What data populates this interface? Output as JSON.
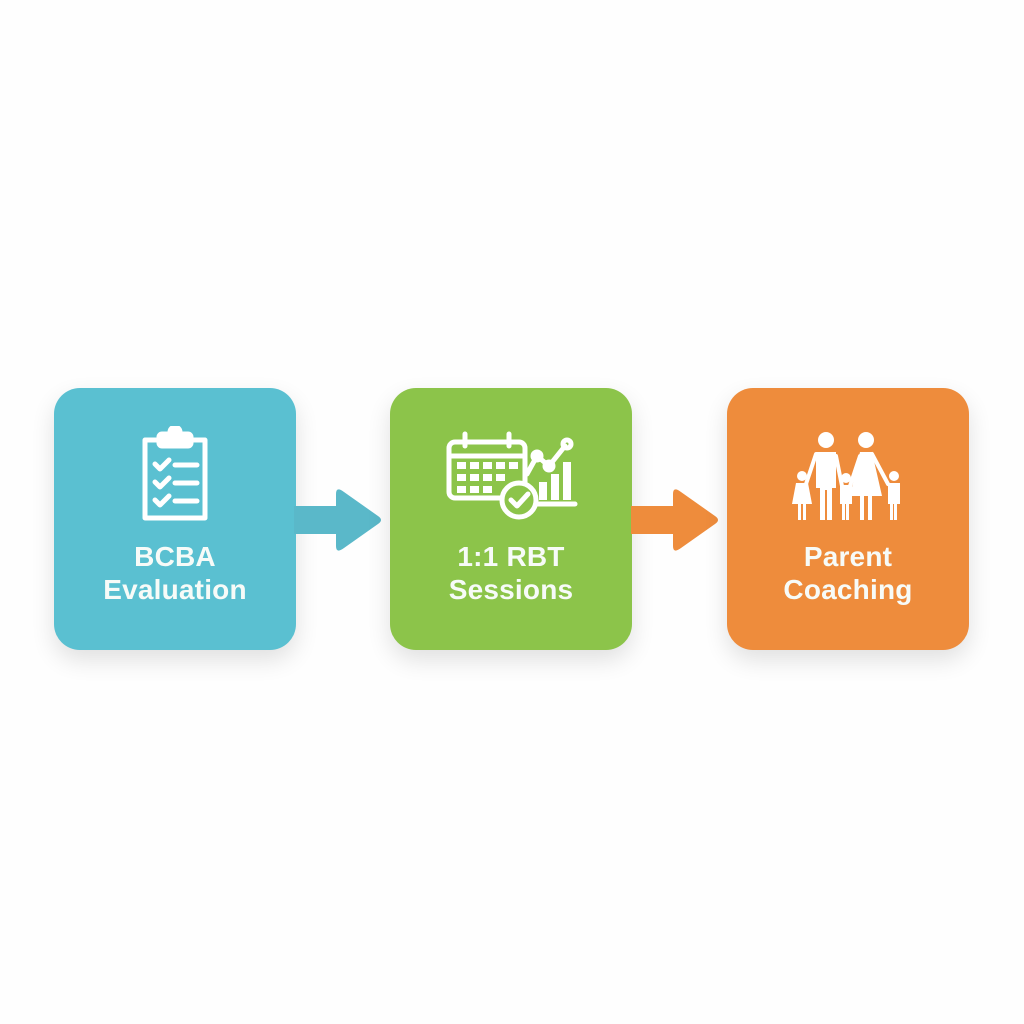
{
  "diagram": {
    "type": "process-flow",
    "steps": [
      {
        "label_line1": "BCBA",
        "label_line2": "Evaluation",
        "icon": "clipboard-checklist-icon",
        "color": "#5ac0d1"
      },
      {
        "label_line1": "1:1 RBT",
        "label_line2": "Sessions",
        "icon": "calendar-chart-check-icon",
        "color": "#8cc44a"
      },
      {
        "label_line1": "Parent",
        "label_line2": "Coaching",
        "icon": "family-icon",
        "color": "#ee8c3c"
      }
    ],
    "arrows": [
      {
        "from": "BCBA Evaluation",
        "to": "1:1 RBT Sessions",
        "color": "#5ab8c9"
      },
      {
        "from": "1:1 RBT Sessions",
        "to": "Parent Coaching",
        "color": "#ee8c3c"
      }
    ]
  }
}
